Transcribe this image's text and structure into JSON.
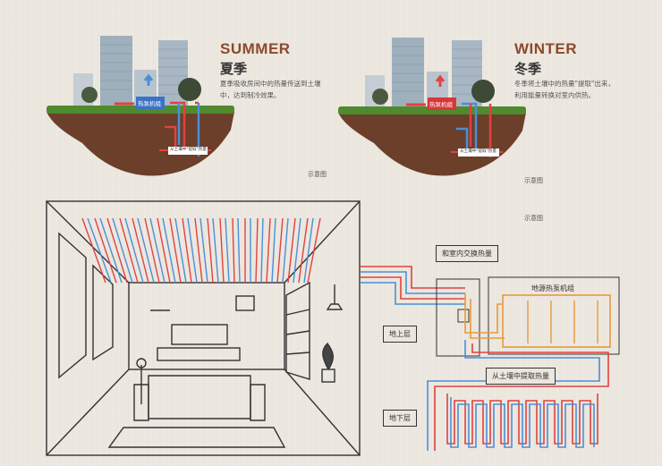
{
  "summer": {
    "title_en": "SUMMER",
    "title_cn": "夏季",
    "desc_line1": "夏季吸收房间中的热量传送到土壤",
    "desc_line2": "中，达到制冷效果。",
    "unit_tag": "热泵机组",
    "ground_tag": "从土壤中\"提取\"热量"
  },
  "winter": {
    "title_en": "WINTER",
    "title_cn": "冬季",
    "desc_line1": "冬季将土壤中的热量\"提取\"出来，",
    "desc_line2": "利用能量转换对室内供热。",
    "unit_tag": "热泵机组",
    "ground_tag": "从土壤中\"提取\"热量"
  },
  "captions": {
    "summer_caption": "示意图",
    "winter_caption": "示意图",
    "bottom_caption": "示意图"
  },
  "labels": {
    "indoor_exchange": "和室内交换热量",
    "heat_pump": "地源热泵机组",
    "above_ground": "地上层",
    "extract_heat": "从土壤中提取热量",
    "below_ground": "地下层"
  },
  "colors": {
    "accent_title": "#8b4a2b",
    "pipe_red": "#e0423f",
    "pipe_blue": "#4a8fd8",
    "pipe_orange": "#e89a3c",
    "soil": "#6b3f2a",
    "grass": "#4f8a2e"
  }
}
